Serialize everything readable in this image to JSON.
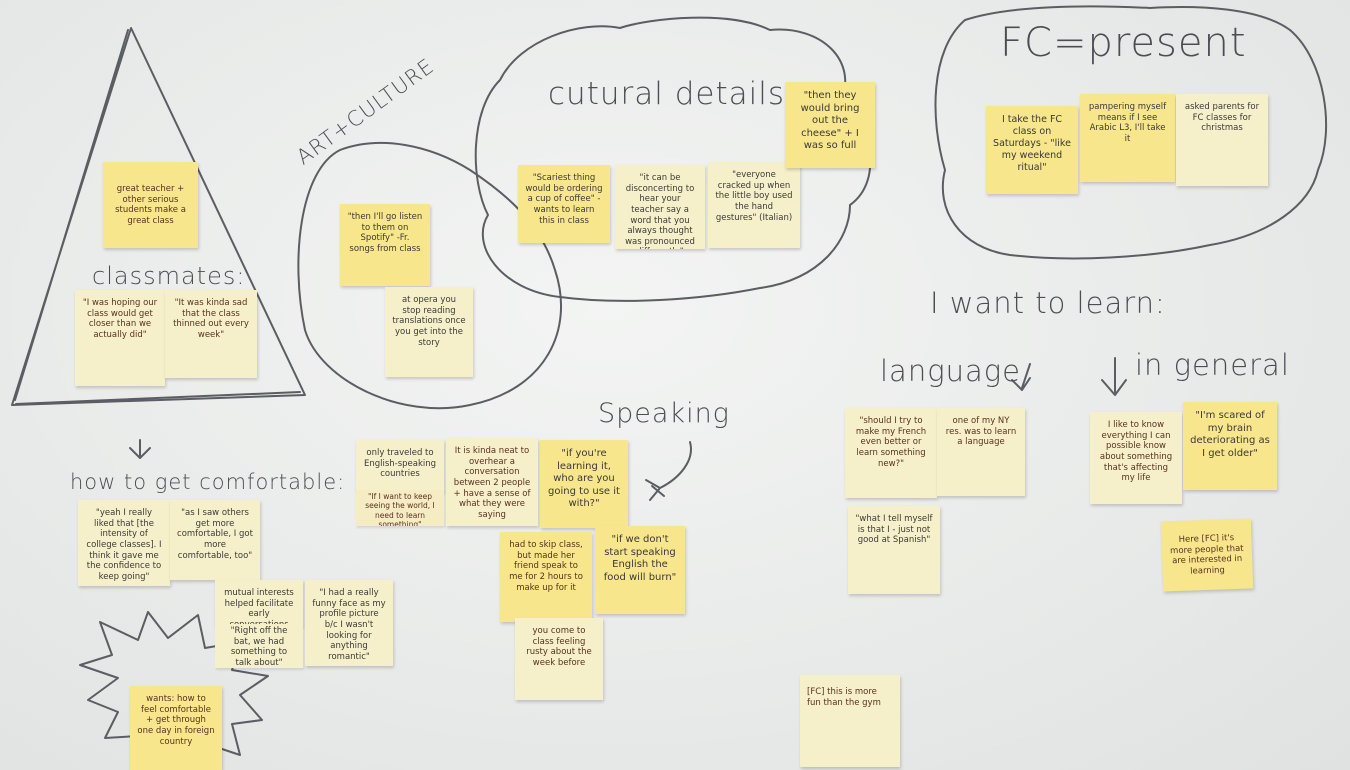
{
  "board": {
    "colors": {
      "marker": "#4a4e52",
      "sticky": "#f6eea8",
      "sticky_pale": "#f5f0c9",
      "sticky_deep": "#f7e68b",
      "ink": "#5a3020"
    },
    "headings": {
      "classmates": "classmates:",
      "art_culture": "ART+CULTURE",
      "cultural_details": "cutural details:",
      "fc_present": "FC=present",
      "i_want_to_learn": "I want to learn:",
      "language": "language",
      "in_general": "in general",
      "speaking": "Speaking",
      "how_to_get_comfortable": "how to get comfortable:"
    },
    "notes": {
      "great_teacher": "great teacher + other serious students make a great class",
      "hoping_closer": "\"I was hoping our class would get closer than we actually did\"",
      "thinned_out": "\"It was kinda sad that the class thinned out every week\"",
      "spotify": "\"then I'll go listen to them on Spotify\" -Fr. songs from class",
      "opera": "at opera you stop reading translations once you get into the story",
      "scariest": "\"Scariest thing would be ordering a cup of coffee\" - wants to learn this in class",
      "disconcerting": "\"it can be disconcerting to hear your teacher say a word that you always thought was pronounced differently\"",
      "cracked_up": "\"everyone cracked up when the little boy used the hand gestures\" (Italian)",
      "cheese": "\"then they would bring out the cheese\" + I was so full",
      "saturdays": "I take the FC class on Saturdays - \"like my weekend ritual\"",
      "pampering": "pampering myself means if I see Arabic L3, I'll take it",
      "asked_parents": "asked parents for FC classes for christmas",
      "english_countries": "only traveled to English-speaking countries",
      "keep_seeing": "\"If I want to keep seeing the world, I need to learn something\"",
      "overhear": "It is kinda neat to overhear a conversation between 2 people + have a sense of what they were saying",
      "learning_it": "\"if you're learning it, who are you going to use it with?\"",
      "skip_class": "had to skip class, but made her friend speak to me for 2 hours to make up for it",
      "rusty": "you come to class feeling rusty about the week before",
      "food_burn": "\"if we don't start speaking English the food will burn\"",
      "intensity": "\"yeah I really liked that [the intensity of college classes]. I think it gave me the confidence to keep going\"",
      "others_comfortable": "\"as I saw others get more comfortable, I got more comfortable, too\"",
      "mutual_interests": "mutual interests helped facilitate early conversations",
      "right_off_bat": "\"Right off the bat, we had something to talk about\"",
      "funny_face": "\"I had a really funny face as my profile picture b/c I wasn't looking for anything romantic\"",
      "wants": "wants: how to feel comfortable + get through one day in foreign country",
      "french_better": "\"should I try to make my French even better or learn something new?\"",
      "ny_res": "one of my NY res. was to learn a language",
      "not_good": "\"what I tell myself is that I - just not good at Spanish\"",
      "everything": "I like to know everything I can possible know about something that's affecting my life",
      "brain": "\"I'm scared of my brain deteriorating as I get older\"",
      "fc_people": "Here [FC] it's more people that are interested in learning",
      "gym": "[FC] this is more fun than the gym"
    }
  }
}
